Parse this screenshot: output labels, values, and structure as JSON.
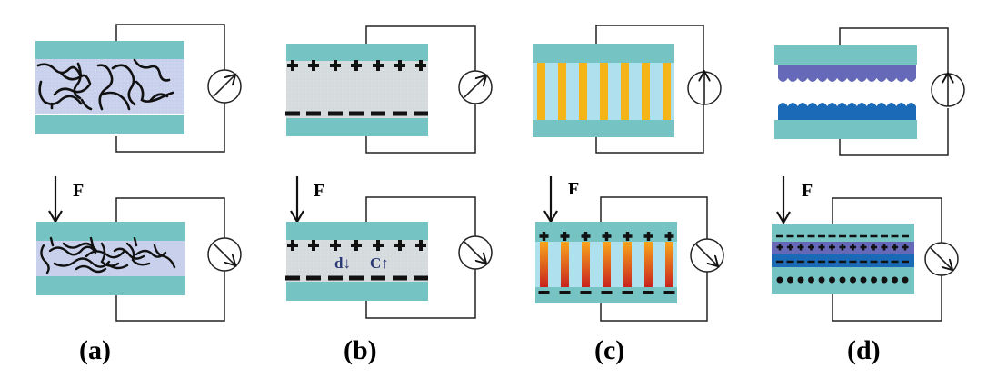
{
  "figure": {
    "description": "Four pressure-sensing mechanisms, each shown before (top) and after (bottom) applying force F",
    "colors": {
      "electrode": "#76c3c4",
      "polymer_matrix": "#c9d0ec",
      "dielectric": "#d5dadd",
      "piezo_matrix": "#aee0ee",
      "piezo_rod_unstressed": "#f5b417",
      "piezo_rod_top": "#f8a51c",
      "piezo_rod_bottom": "#c8231e",
      "tribo_top_layer": "#6669b8",
      "tribo_bottom_layer": "#1a6ab7",
      "wire": "#222222",
      "annotation": "#2b3a78"
    },
    "force_label": "F",
    "panels": [
      {
        "id": "a",
        "label": "(a)",
        "mechanism": "piezoresistive",
        "meter_icon": "ohmmeter-arrow-up-right / down-right"
      },
      {
        "id": "b",
        "label": "(b)",
        "mechanism": "capacitive",
        "top_charges": [
          "+",
          "+",
          "+",
          "+",
          "+",
          "+",
          "+"
        ],
        "bottom_charges": [
          "−",
          "−",
          "−",
          "−",
          "−",
          "−",
          "−"
        ],
        "annotations": {
          "distance": "d↓",
          "capacitance": "C↑"
        }
      },
      {
        "id": "c",
        "label": "(c)",
        "mechanism": "piezoelectric",
        "rod_count": 7
      },
      {
        "id": "d",
        "label": "(d)",
        "mechanism": "triboelectric"
      }
    ]
  }
}
